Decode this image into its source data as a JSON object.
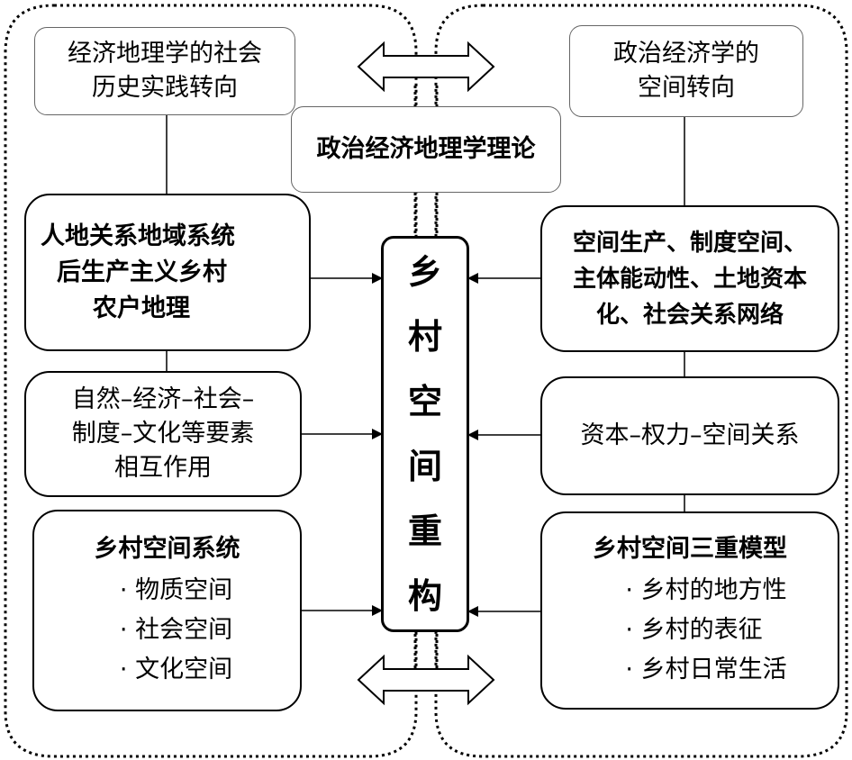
{
  "top_left_box": {
    "lines": [
      "经济地理学的社会",
      "历史实践转向"
    ]
  },
  "top_right_box": {
    "lines": [
      "政治经济学的",
      "空间转向"
    ]
  },
  "theory_box": {
    "label": "政治经济地理学理论"
  },
  "center_box": {
    "chars": [
      "乡",
      "村",
      "空",
      "间",
      "重",
      "构"
    ]
  },
  "left_box_1": {
    "lines": [
      "人地关系地域系统",
      "后生产主义乡村",
      "农户地理"
    ]
  },
  "left_box_2": {
    "lines": [
      "自然–经济–社会–",
      "制度–文化等要素",
      "相互作用"
    ]
  },
  "left_box_3": {
    "title": "乡村空间系统",
    "items": [
      "· 物质空间",
      "· 社会空间",
      "· 文化空间"
    ]
  },
  "right_box_1": {
    "lines": [
      "空间生产、制度空间、",
      "主体能动性、土地资本",
      "化、社会关系网络"
    ]
  },
  "right_box_2": {
    "label": "资本–权力–空间关系"
  },
  "right_box_3": {
    "title": "乡村空间三重模型",
    "items": [
      "· 乡村的地方性",
      "· 乡村的表征",
      "· 乡村日常生活"
    ]
  }
}
